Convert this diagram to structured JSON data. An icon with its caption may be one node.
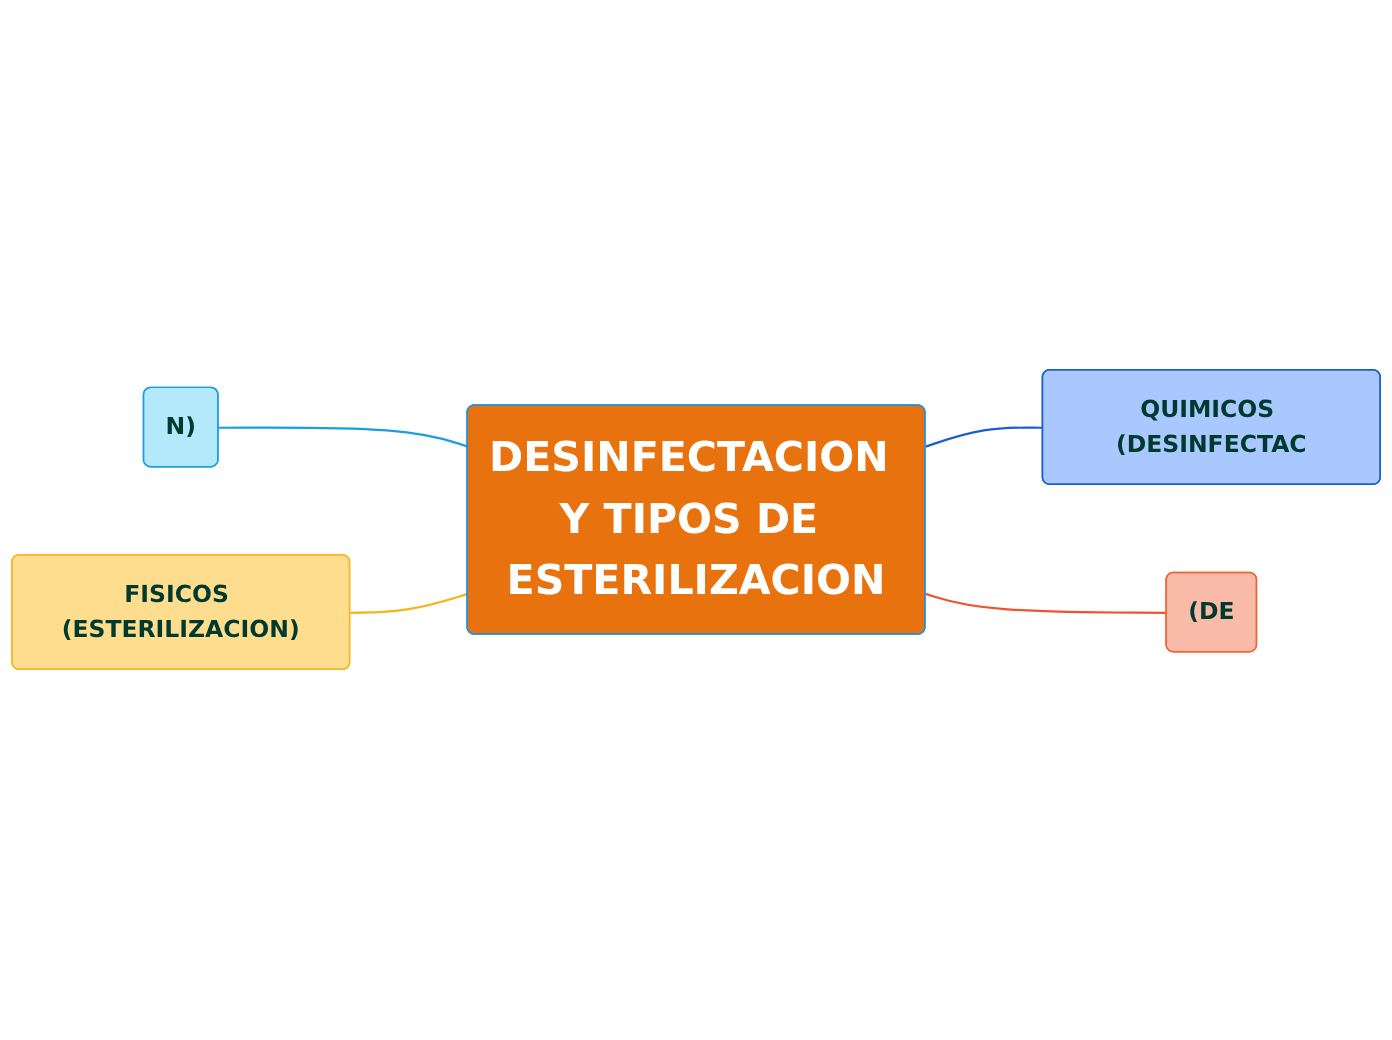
{
  "diagram": {
    "nodes": [
      {
        "text": [
          "N)"
        ]
      },
      {
        "text": [
          "FISICOS (ESTERILIZACION)"
        ]
      },
      {
        "text": [
          "DESINFECTACION Y TIPOS DE ESTERILIZACION"
        ]
      },
      {
        "text": [
          "QUIMICOS (DESINFECTAC"
        ]
      },
      {
        "text": [
          "(DE"
        ]
      }
    ],
    "edges": [
      {
        "from": 0,
        "to": 2,
        "arrow": "none",
        "color": "#1a9fdc"
      },
      {
        "from": 1,
        "to": 2,
        "arrow": "none",
        "color": "#f5b417"
      },
      {
        "from": 2,
        "to": 3,
        "arrow": "none",
        "color": "#1a5fd0"
      },
      {
        "from": 2,
        "to": 4,
        "arrow": "none",
        "color": "#f0542c"
      }
    ]
  }
}
